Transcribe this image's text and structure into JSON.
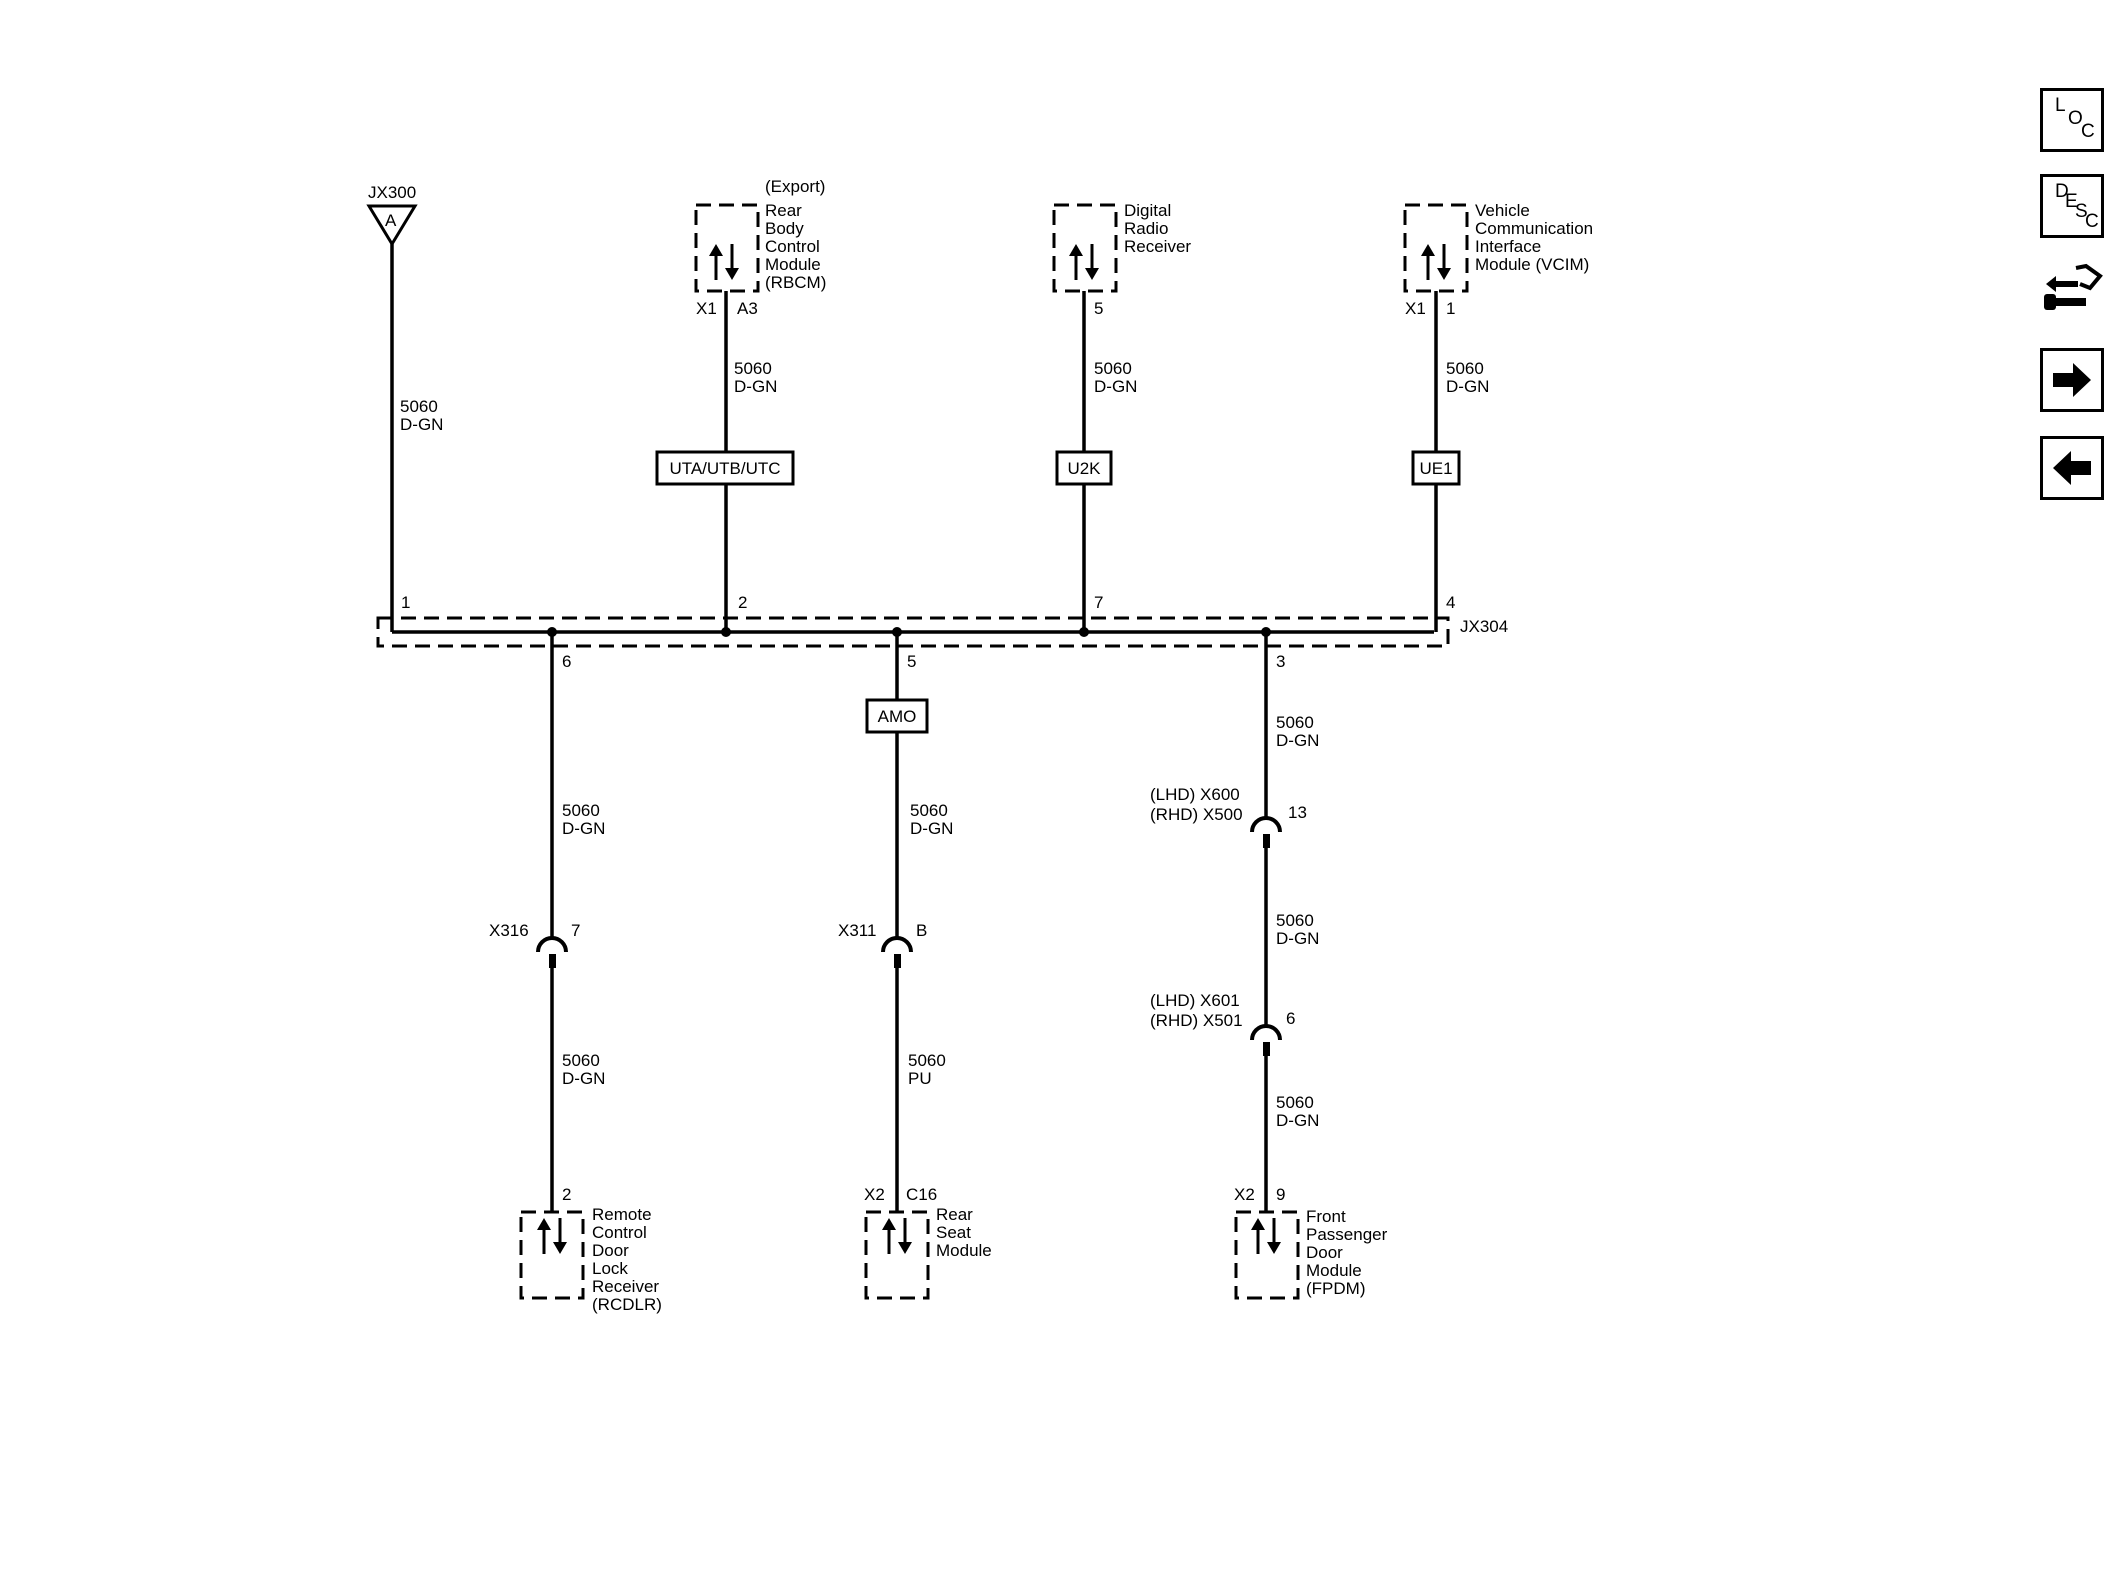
{
  "navigation": {
    "loc": {
      "l1": "L",
      "l2": "O",
      "l3": "C"
    },
    "desc": {
      "l1": "D",
      "l2": "E",
      "l3": "S",
      "l4": "C"
    },
    "connector_icon": "connector-end-view-icon",
    "next_icon": "right-arrow-icon",
    "prev_icon": "left-arrow-icon"
  },
  "splice": {
    "name": "JX304",
    "pins": {
      "p1": "1",
      "p2": "2",
      "p7": "7",
      "p4": "4",
      "p6": "6",
      "p5": "5",
      "p3": "3"
    }
  },
  "ground_connector": {
    "name": "JX300",
    "letter": "A",
    "wire_circuit": "5060",
    "wire_color": "D-GN"
  },
  "top_modules": [
    {
      "name_lines": [
        "(Export)",
        "Rear",
        "Body",
        "Control",
        "Module",
        "(RBCM)"
      ],
      "connector": "X1",
      "pin": "A3",
      "wire_circuit": "5060",
      "wire_color": "D-GN",
      "option_code": "UTA/UTB/UTC"
    },
    {
      "name_lines": [
        "Digital",
        "Radio",
        "Receiver"
      ],
      "connector": "",
      "pin": "5",
      "wire_circuit": "5060",
      "wire_color": "D-GN",
      "option_code": "U2K"
    },
    {
      "name_lines": [
        "Vehicle",
        "Communication",
        "Interface",
        "Module (VCIM)"
      ],
      "connector": "X1",
      "pin": "1",
      "wire_circuit": "5060",
      "wire_color": "D-GN",
      "option_code": "UE1"
    }
  ],
  "bottom_branches": [
    {
      "upper_wire": {
        "circuit": "5060",
        "color": "D-GN"
      },
      "inline_connector": {
        "lines": [
          "X316"
        ],
        "pin": "7"
      },
      "lower_wire": {
        "circuit": "5060",
        "color": "D-GN"
      },
      "module": {
        "name_lines": [
          "Remote",
          "Control",
          "Door",
          "Lock",
          "Receiver",
          "(RCDLR)"
        ],
        "connector": "",
        "pin": "2"
      }
    },
    {
      "option_code": "AMO",
      "upper_wire": {
        "circuit": "5060",
        "color": "D-GN"
      },
      "inline_connector": {
        "lines": [
          "X311"
        ],
        "pin": "B"
      },
      "lower_wire": {
        "circuit": "5060",
        "color": "PU"
      },
      "module": {
        "name_lines": [
          "Rear",
          "Seat",
          "Module"
        ],
        "connector": "X2",
        "pin": "C16"
      }
    },
    {
      "upper_wire": {
        "circuit": "5060",
        "color": "D-GN"
      },
      "inline_connector": {
        "lines": [
          "(LHD) X600",
          "(RHD) X500"
        ],
        "pin": "13"
      },
      "middle_wire": {
        "circuit": "5060",
        "color": "D-GN"
      },
      "inline_connector_2": {
        "lines": [
          "(LHD) X601",
          "(RHD) X501"
        ],
        "pin": "6"
      },
      "lower_wire": {
        "circuit": "5060",
        "color": "D-GN"
      },
      "module": {
        "name_lines": [
          "Front",
          "Passenger",
          "Door",
          "Module",
          "(FPDM)"
        ],
        "connector": "X2",
        "pin": "9"
      }
    }
  ]
}
